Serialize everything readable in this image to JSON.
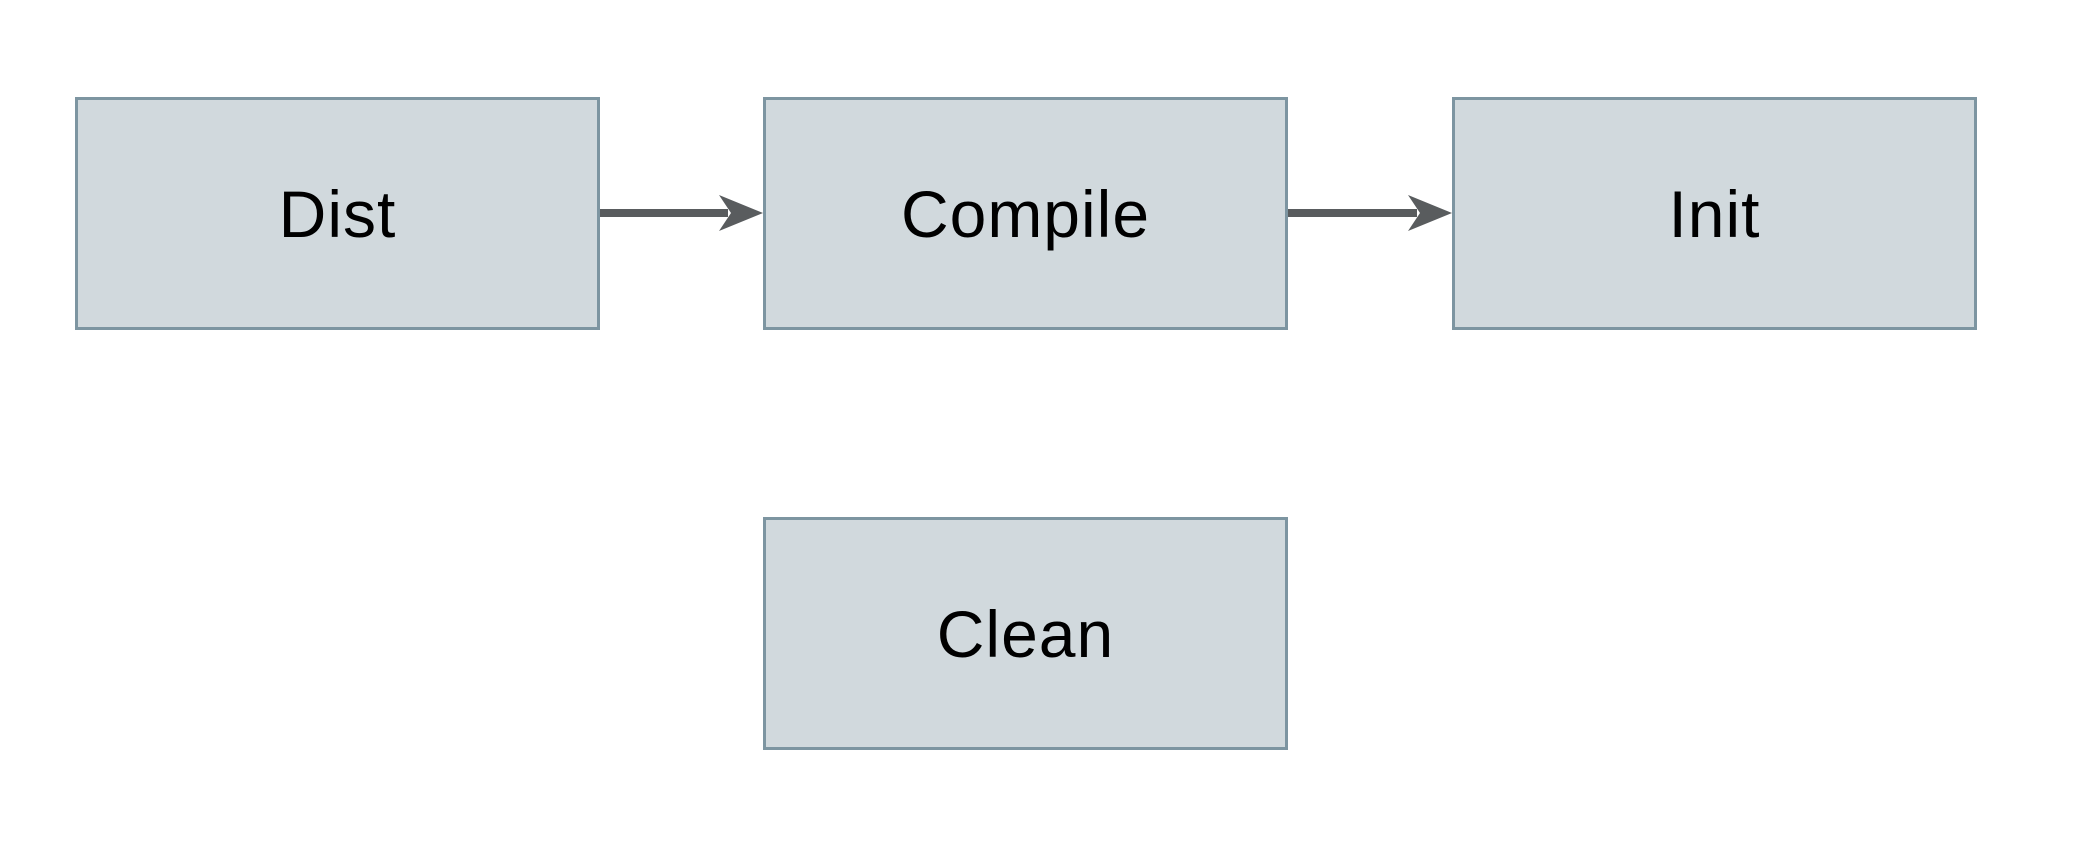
{
  "diagram": {
    "title": "build-tasks-flowchart",
    "colors": {
      "canvas_bg": "#ffffff",
      "node_fill": "#d1d9dd",
      "node_border": "#7d95a1",
      "arrow_color": "#595c5e",
      "text_color": "#000000"
    },
    "nodes": [
      {
        "id": "dist",
        "label": "Dist"
      },
      {
        "id": "compile",
        "label": "Compile"
      },
      {
        "id": "init",
        "label": "Init"
      },
      {
        "id": "clean",
        "label": "Clean"
      }
    ],
    "edges": [
      {
        "from": "Dist",
        "to": "Compile"
      },
      {
        "from": "Compile",
        "to": "Init"
      }
    ]
  }
}
